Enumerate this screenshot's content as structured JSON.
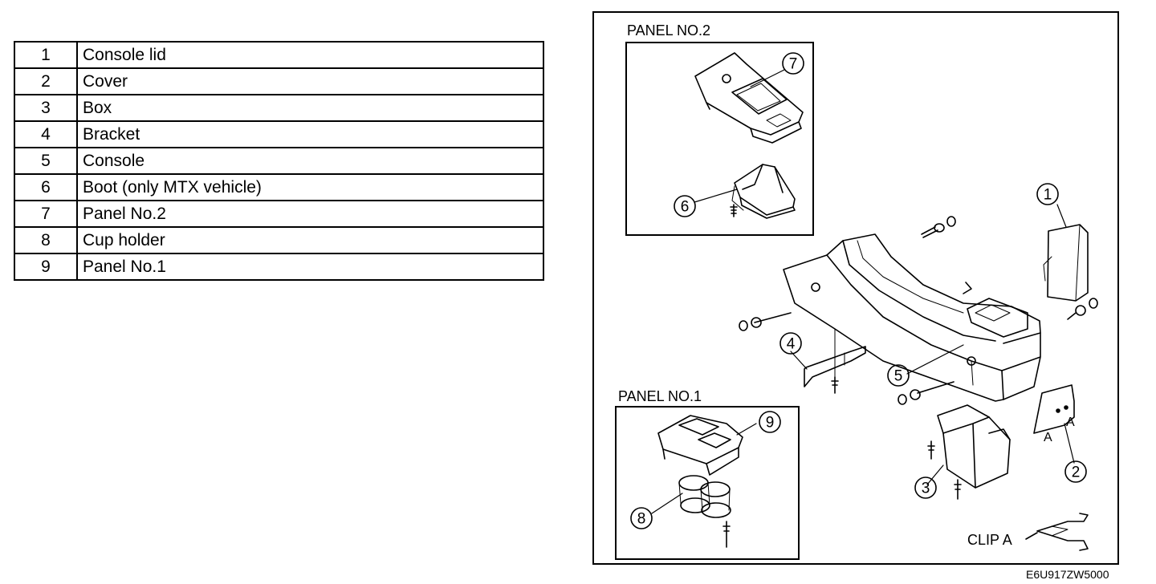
{
  "parts": [
    {
      "num": "1",
      "name": "Console lid"
    },
    {
      "num": "2",
      "name": "Cover"
    },
    {
      "num": "3",
      "name": "Box"
    },
    {
      "num": "4",
      "name": "Bracket"
    },
    {
      "num": "5",
      "name": "Console"
    },
    {
      "num": "6",
      "name": "Boot (only MTX vehicle)"
    },
    {
      "num": "7",
      "name": "Panel No.2"
    },
    {
      "num": "8",
      "name": "Cup holder"
    },
    {
      "num": "9",
      "name": "Panel No.1"
    }
  ],
  "diagram": {
    "panel2_title": "PANEL NO.2",
    "panel1_title": "PANEL NO.1",
    "clip_label": "CLIP A",
    "clip_marker": "A",
    "figure_code": "E6U917ZW5000",
    "callouts": [
      "1",
      "2",
      "3",
      "4",
      "5",
      "6",
      "7",
      "8",
      "9"
    ]
  }
}
